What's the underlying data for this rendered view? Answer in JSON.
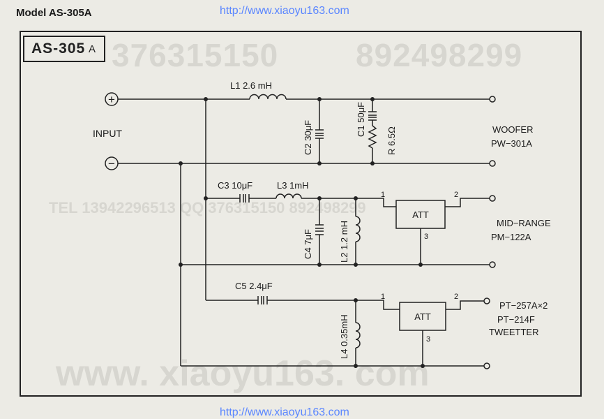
{
  "header": {
    "model_text": "Model AS-305A",
    "url_top": "http://www.xiaoyu163.com",
    "url_bottom": "http://www.xiaoyu163.com"
  },
  "title_box": {
    "main": "AS-305",
    "suffix": "A"
  },
  "watermarks": {
    "w1": "376315150",
    "w2": "892498299",
    "w3": "TEL 13942296513     QQ 376315150  892498299",
    "w4": "www. xiaoyu163. com"
  },
  "input": {
    "label": "INPUT",
    "plus": "+",
    "minus": "−"
  },
  "components": {
    "L1": "L1 2.6 mH",
    "C2": "C2 30μF",
    "C1": "C1 50μF",
    "R": "R 6.5Ω",
    "C3": "C3 10μF",
    "L3": "L3 1mH",
    "C4": "C4 7μF",
    "L2": "L2 1.2 mH",
    "C5": "C5 2.4μF",
    "L4": "L4 0.35mH"
  },
  "att_blocks": [
    {
      "label": "ATT",
      "pin1": "1",
      "pin2": "2",
      "pin3": "3"
    },
    {
      "label": "ATT",
      "pin1": "1",
      "pin2": "2",
      "pin3": "3"
    }
  ],
  "outputs": {
    "woofer": {
      "label": "WOOFER",
      "model": "PW−301A"
    },
    "mid": {
      "label": "MID−RANGE",
      "model": "PM−122A"
    },
    "tweeter": {
      "model1": "PT−257A×2",
      "model2": "PT−214F",
      "label": "TWEETTER"
    }
  }
}
